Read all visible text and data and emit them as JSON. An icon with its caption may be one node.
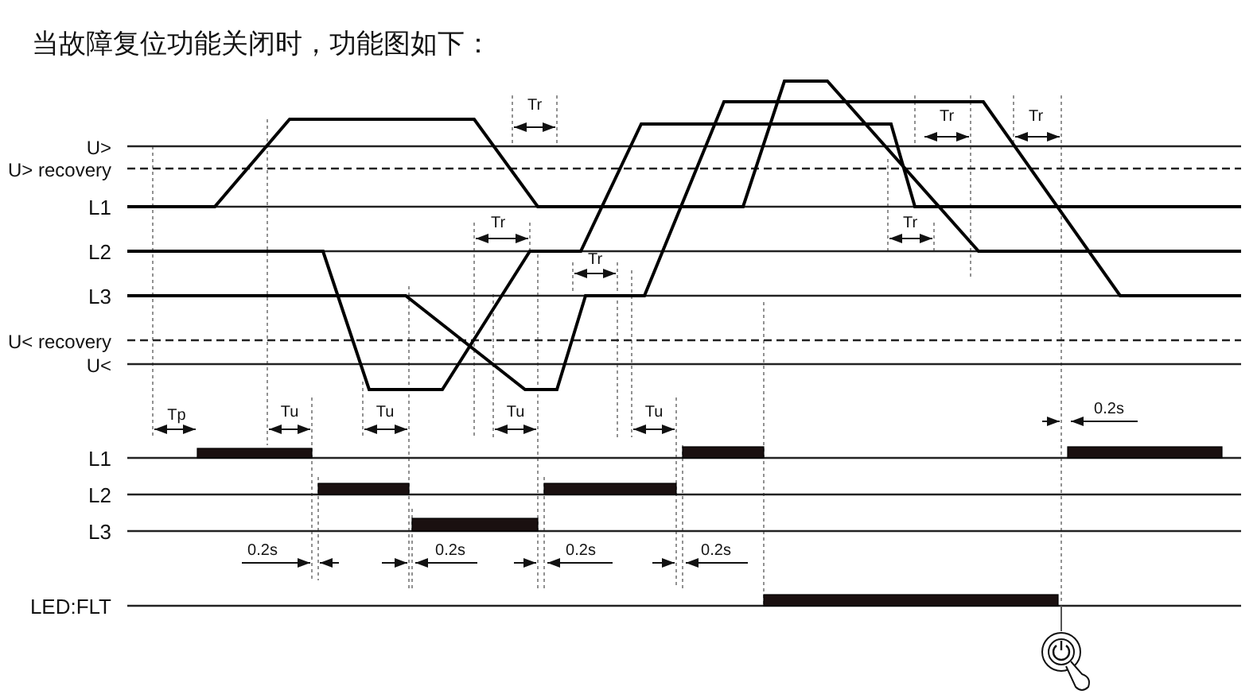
{
  "diagram": {
    "title": "当故障复位功能关闭时，功能图如下：",
    "labels": [
      "Tr",
      "Tr",
      "Tr",
      "U>",
      "U> recovery",
      "L1",
      "Tr",
      "Tr",
      "L2",
      "Tr",
      "L3",
      "U< recovery",
      "U<",
      "Tp",
      "Tu",
      "Tu",
      "Tu",
      "Tu",
      "0.2s",
      "L1",
      "L2",
      "L3",
      "0.2s",
      "0.2s",
      "0.2s",
      "0.2s",
      "LED:FLT"
    ]
  }
}
